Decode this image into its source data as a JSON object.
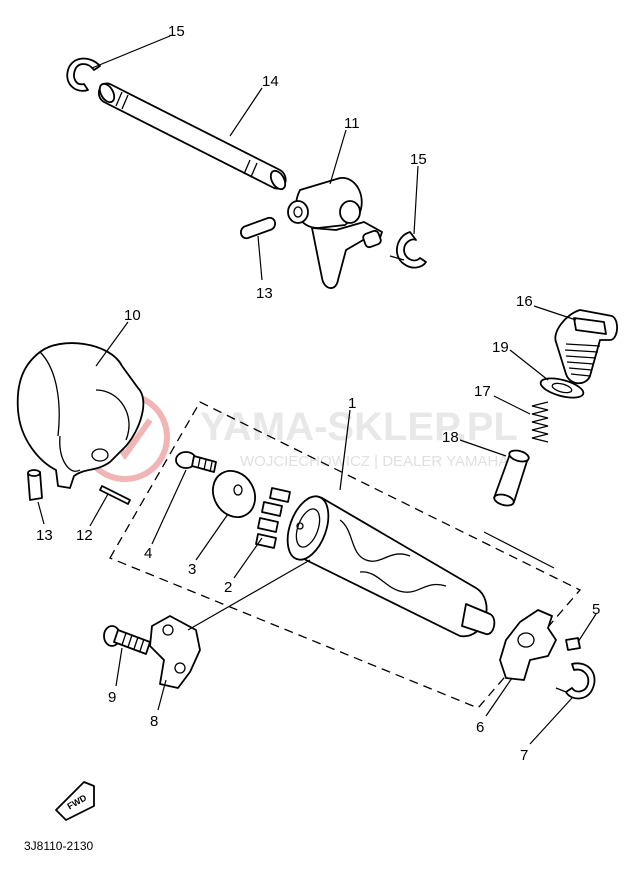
{
  "diagram": {
    "callouts": [
      {
        "id": "c15a",
        "label": "15"
      },
      {
        "id": "c14",
        "label": "14"
      },
      {
        "id": "c11",
        "label": "11"
      },
      {
        "id": "c15b",
        "label": "15"
      },
      {
        "id": "c13a",
        "label": "13"
      },
      {
        "id": "c16",
        "label": "16"
      },
      {
        "id": "c10",
        "label": "10"
      },
      {
        "id": "c19",
        "label": "19"
      },
      {
        "id": "c1",
        "label": "1"
      },
      {
        "id": "c17",
        "label": "17"
      },
      {
        "id": "c18",
        "label": "18"
      },
      {
        "id": "c13b",
        "label": "13"
      },
      {
        "id": "c12",
        "label": "12"
      },
      {
        "id": "c4",
        "label": "4"
      },
      {
        "id": "c3",
        "label": "3"
      },
      {
        "id": "c2",
        "label": "2"
      },
      {
        "id": "c5",
        "label": "5"
      },
      {
        "id": "c9",
        "label": "9"
      },
      {
        "id": "c8",
        "label": "8"
      },
      {
        "id": "c6",
        "label": "6"
      },
      {
        "id": "c7",
        "label": "7"
      }
    ],
    "drawing_code": "3J8110-2130",
    "direction_tag": "FWD"
  },
  "watermark": {
    "brand": "YAMA-SKLEP.PL",
    "subline": "WOJCIECHOWICZ | DEALER YAMAHA",
    "accent_color": "#e03030"
  }
}
